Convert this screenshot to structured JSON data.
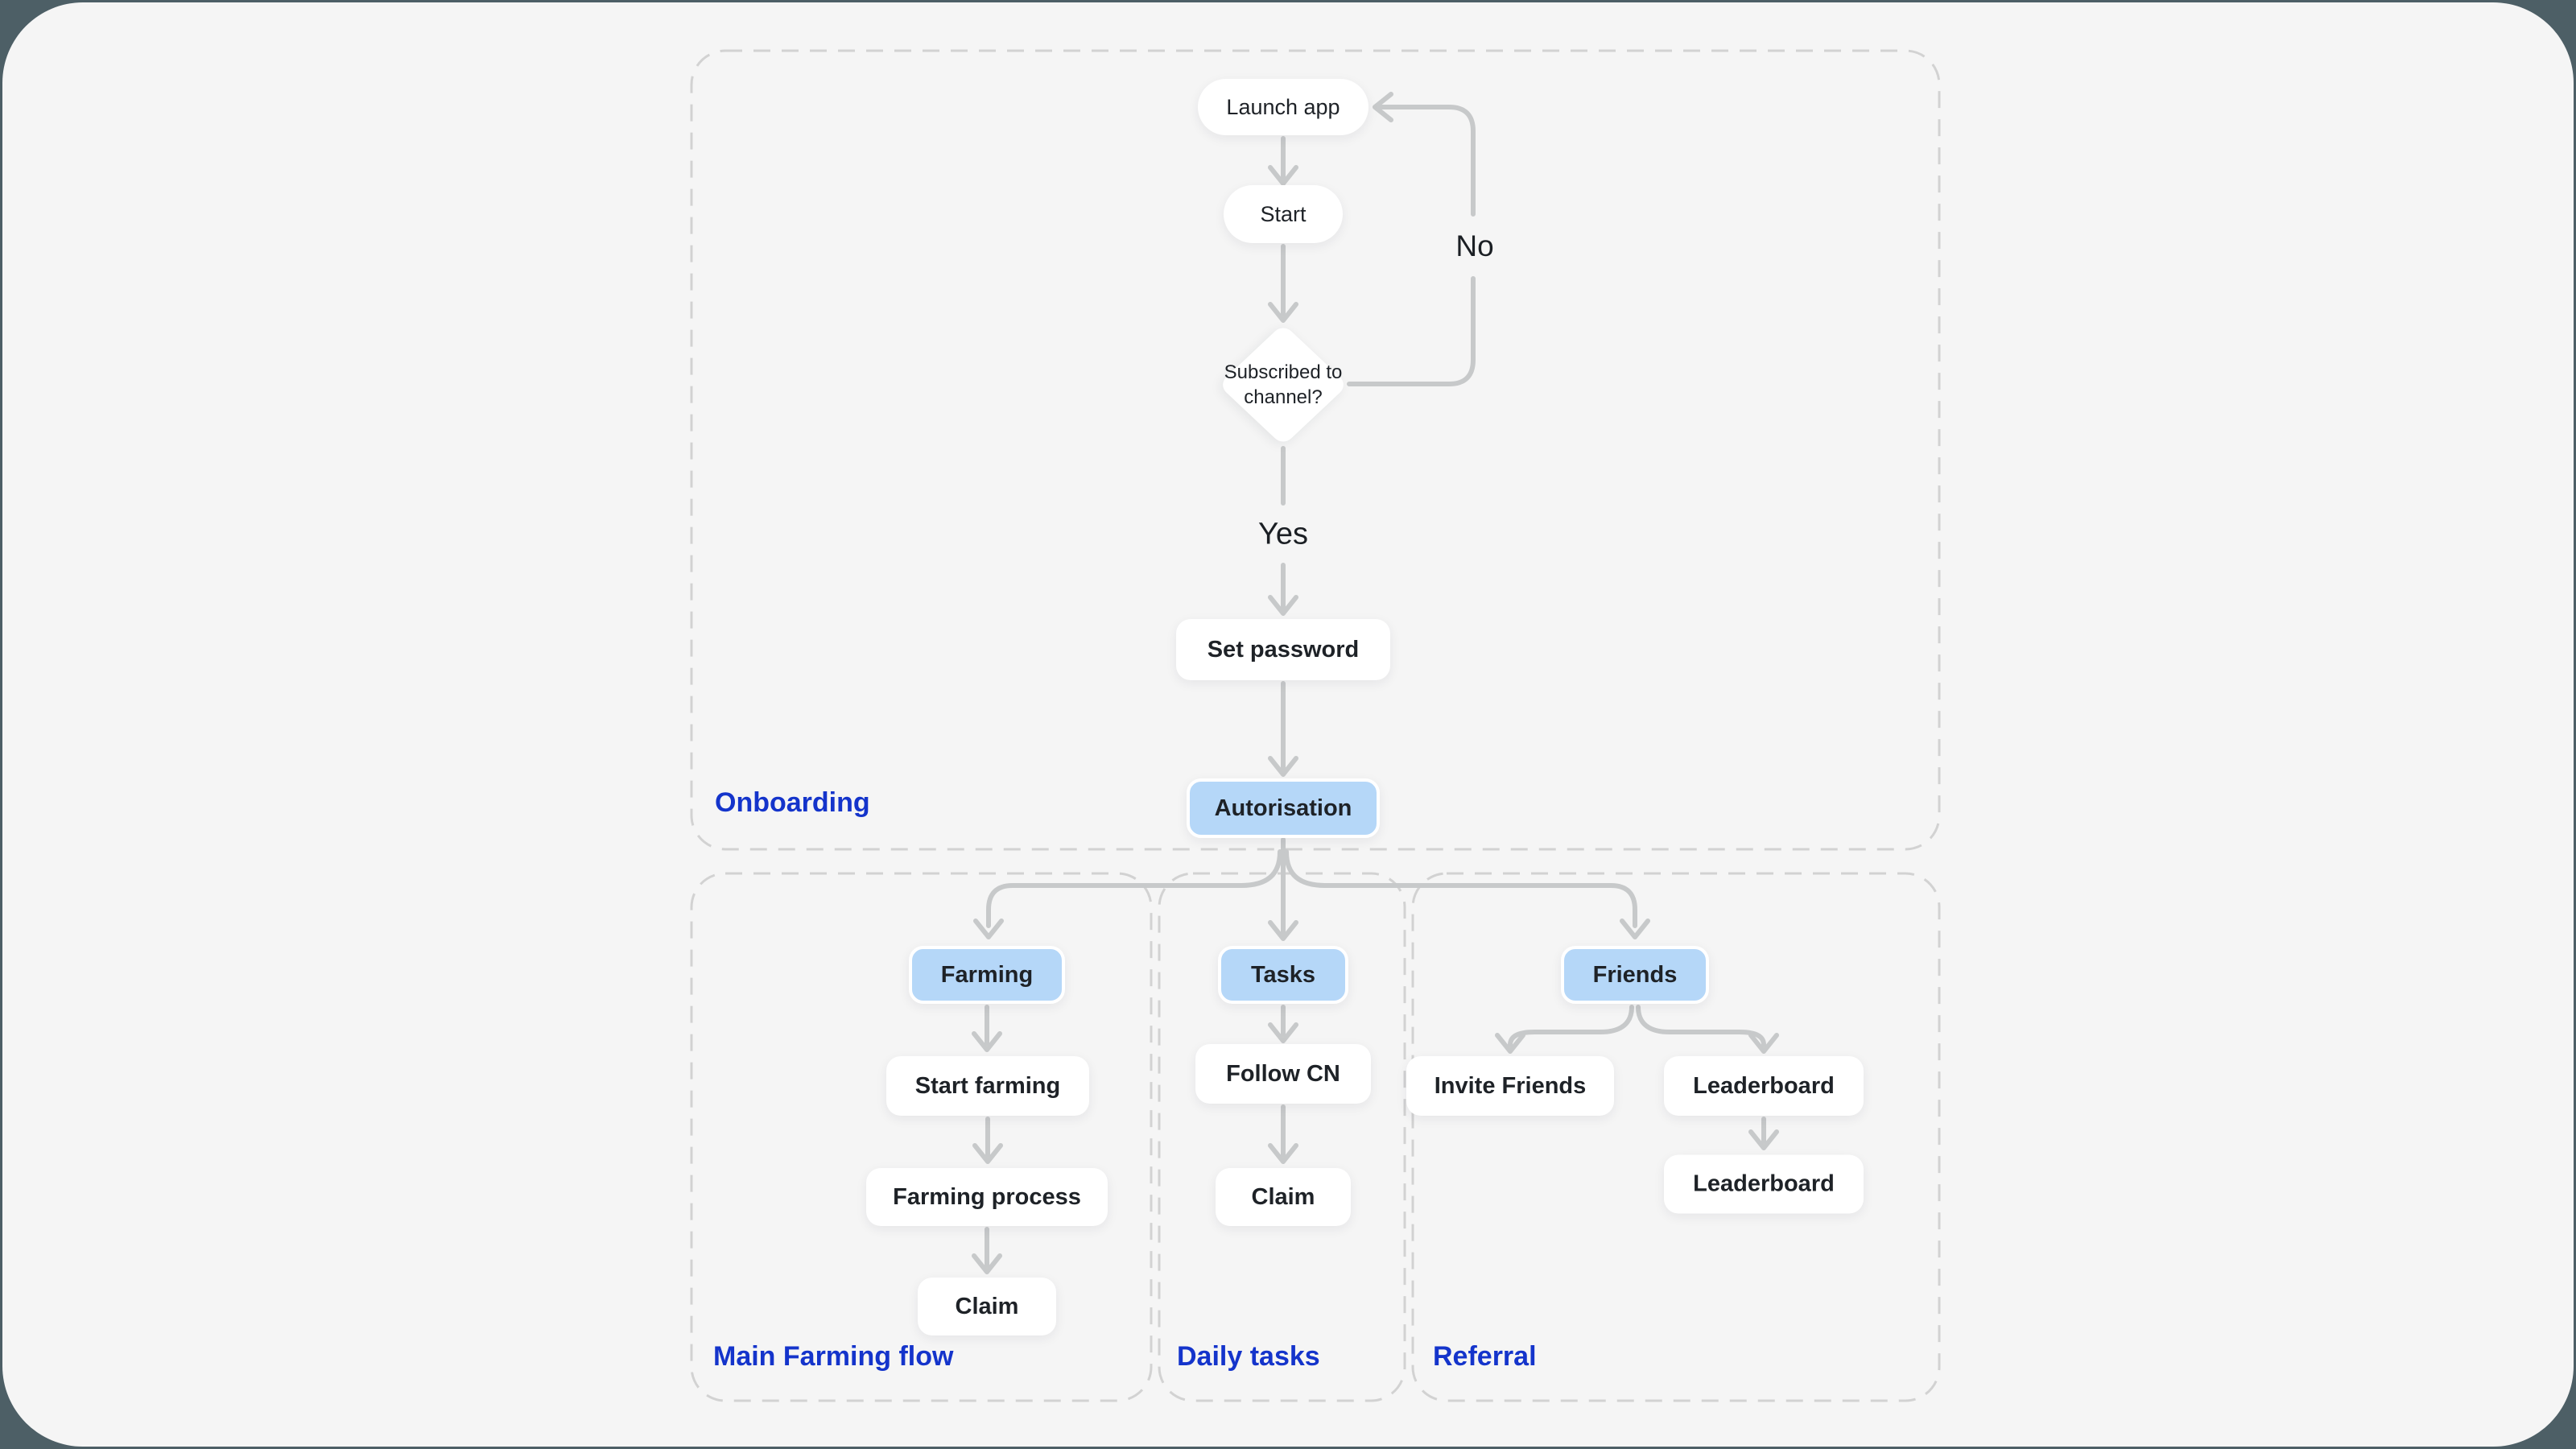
{
  "canvas": {
    "backdrop_color": "#4d5f66",
    "panel_color": "#f5f5f5"
  },
  "colors": {
    "accent_node_fill": "#b5d7f8",
    "node_fill": "#ffffff",
    "node_text": "#1e2227",
    "section_label": "#1434cb",
    "connector": "#c7c9ca",
    "dashed_border": "#d2d2d2"
  },
  "sections": {
    "onboarding": {
      "label": "Onboarding"
    },
    "main_farming": {
      "label": "Main Farming flow"
    },
    "daily_tasks": {
      "label": "Daily tasks"
    },
    "referral": {
      "label": "Referral"
    }
  },
  "nodes": {
    "launch_app": {
      "label": "Launch app",
      "type": "pill"
    },
    "start": {
      "label": "Start",
      "type": "pill"
    },
    "subscribed": {
      "label": "Subscribed to channel?",
      "lines": [
        "Subscribed to",
        "channel?"
      ],
      "type": "decision"
    },
    "set_password": {
      "label": "Set password",
      "type": "card"
    },
    "autorisation": {
      "label": "Autorisation",
      "type": "card-accent"
    },
    "farming": {
      "label": "Farming",
      "type": "card-accent"
    },
    "start_farming": {
      "label": "Start farming",
      "type": "card"
    },
    "farming_process": {
      "label": "Farming process",
      "type": "card"
    },
    "claim_farming": {
      "label": "Claim",
      "type": "card"
    },
    "tasks": {
      "label": "Tasks",
      "type": "card-accent"
    },
    "follow_cn": {
      "label": "Follow CN",
      "type": "card"
    },
    "claim_daily": {
      "label": "Claim",
      "type": "card"
    },
    "friends": {
      "label": "Friends",
      "type": "card-accent"
    },
    "invite_friends": {
      "label": "Invite Friends",
      "type": "card"
    },
    "leaderboard_top": {
      "label": "Leaderboard",
      "type": "card"
    },
    "leaderboard_bottom": {
      "label": "Leaderboard",
      "type": "card"
    }
  },
  "edge_labels": {
    "no": "No",
    "yes": "Yes"
  }
}
